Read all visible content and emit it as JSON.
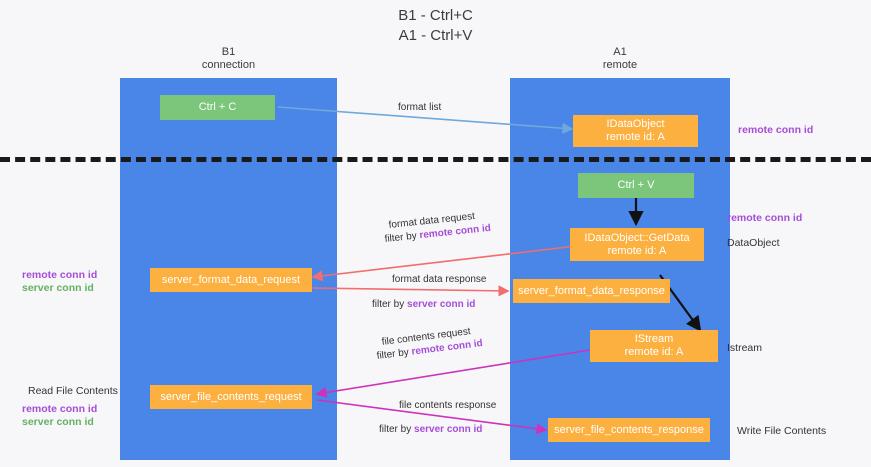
{
  "title": {
    "line1": "B1 - Ctrl+C",
    "line2": "A1 - Ctrl+V"
  },
  "lanes": [
    {
      "name": "B1",
      "role": "connection"
    },
    {
      "name": "A1",
      "role": "remote"
    }
  ],
  "boxes": {
    "ctrl_c": "Ctrl + C",
    "ctrl_v": "Ctrl + V",
    "idataobject_top_line1": "IDataObject",
    "idataobject_top_line2": "remote id: A",
    "getdata_line1": "IDataObject::GetData",
    "getdata_line2": "remote id: A",
    "istream_line1": "IStream",
    "istream_line2": "remote id: A",
    "server_format_data_request": "server_format_data_request",
    "server_format_data_response": "server_format_data_response",
    "server_file_contents_request": "server_file_contents_request",
    "server_file_contents_response": "server_file_contents_response"
  },
  "arrow_labels": {
    "format_list": "format list",
    "format_data_request": "format data request",
    "format_data_request_filter_prefix": "filter by ",
    "format_data_request_filter_value": "remote conn id",
    "format_data_response": "format data response",
    "format_data_response_filter_prefix": "filter by ",
    "format_data_response_filter_value": "server conn id",
    "file_contents_request": "file contents request",
    "file_contents_request_filter_prefix": "filter by ",
    "file_contents_request_filter_value": "remote conn id",
    "file_contents_response": "file contents response",
    "file_contents_response_filter_prefix": "filter by ",
    "file_contents_response_filter_value": "server conn id"
  },
  "side_labels": {
    "right_remote_conn_id_top": "remote conn id",
    "right_remote_conn_id_mid": "remote conn id",
    "right_dataobject": "DataObject",
    "right_istream": "Istream",
    "right_write_file_contents": "Write File Contents",
    "left_remote_conn_id_mid": "remote conn id",
    "left_server_conn_id_mid": "server conn id",
    "left_read_file_contents": "Read File Contents",
    "left_remote_conn_id_bottom": "remote conn id",
    "left_server_conn_id_bottom": "server conn id"
  },
  "colors": {
    "lane": "#4a86e8",
    "green_box": "#7bc67b",
    "orange_box": "#fbb040",
    "purple": "#a64dd6",
    "green_text": "#62b262",
    "arrow_blue": "#6fa8dc",
    "arrow_red": "#f26d6d",
    "arrow_magenta": "#cc33bb",
    "arrow_black": "#111111",
    "background": "#f7f7f9"
  }
}
